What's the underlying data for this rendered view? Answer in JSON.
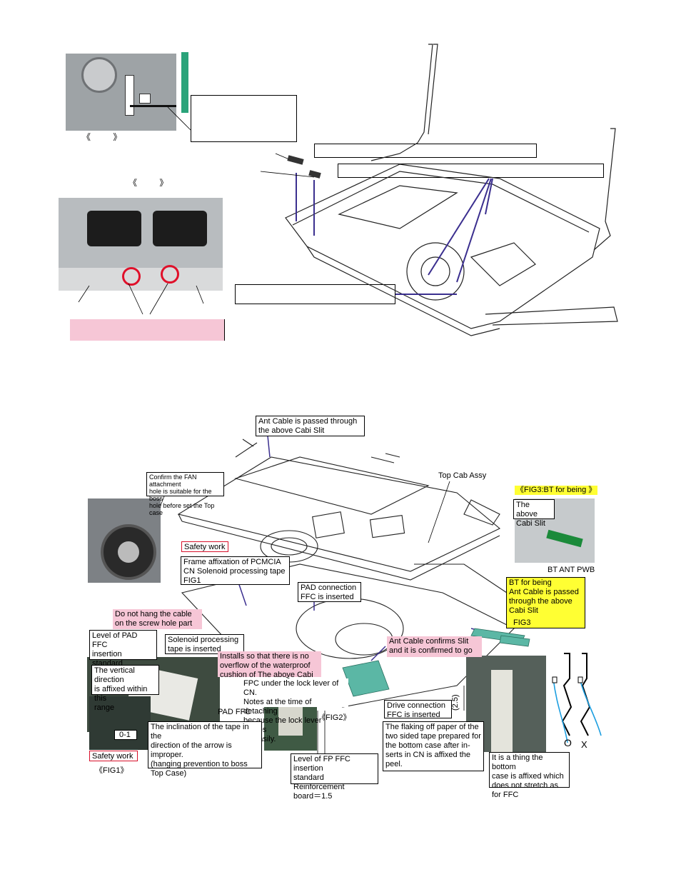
{
  "top_section": {
    "fig_mark_top": "《 》",
    "fig_mark_mid": "《 》"
  },
  "bottom_section": {
    "callouts": {
      "ant_cable_slit": "Ant Cable is passed through\nthe above Cabi Slit",
      "top_cab_assy": "Top Cab Assy",
      "fan_confirm": "Confirm the FAN attachment\nhole is suitable for the boss\nhole before set the Top case",
      "fig3_title": "《FIG3:BT for being 》",
      "above_cabi_slit": "The above\nCabi Slit",
      "bt_ant_pwb": "BT ANT PWB",
      "safety_work_1": "Safety work",
      "frame_affixation": "Frame affixation of PCMCIA\nCN Solenoid processing tape\n   FIG1",
      "pad_connection": "PAD connection\nFFC is inserted",
      "bt_being": "BT for being\nAnt Cable is passed\nthrough the above\nCabi Slit",
      "fig3": "FIG3",
      "do_not_hang": "Do not hang the cable\non the screw hole part",
      "level_pad_ffc": "Level of PAD FFC\ninsertion standard\nelectrode＝1.5",
      "solenoid_inserted": "Solenoid processing\ntape is inserted",
      "installs_waterproof": "Installs so that there is no\noverflow of the waterproof\ncushion of The above Cabi",
      "ant_confirms": "Ant Cable confirms Slit\nand it is confirmed to go",
      "vertical_direction": "The vertical direction\nis affixed within this\nrange",
      "fpc_lock": "FPC under the lock lever of CN.\nNotes at the time of detaching\nbecause the lock lever comes\noff easily.",
      "pad_ffc": "PAD FFC",
      "fig2": "《FIG2》",
      "drive_connection": "Drive connection\nFFC is inserted",
      "dim_25": "(2.5)",
      "zero_one": "0-1",
      "inclination": "The inclination of the tape in the\ndirection of the arrow is improper.\n(hanging prevention to boss\nTop Case)",
      "flaking": "The flaking off paper of the\ntwo sided tape prepared for\nthe bottom case after in-\nserts in CN is affixed the\npeel.",
      "safety_work_2": "Safety work",
      "fig1": "《FIG1》",
      "level_fp_ffc": "Level of FP FFC insertion\nstandard Reinforcement\nboard＝1.5",
      "bottom_case": "It is a thing the bottom\ncase is affixed which\ndoes not stretch as\nfor FFC",
      "mark_o": "O",
      "mark_x": "X"
    }
  },
  "colors": {
    "pink": "#f6c6d6",
    "yellow": "#ffff33",
    "leader_line": "#3b2f8f",
    "red_circle": "#e0102a",
    "teal_bar": "#2aa37a"
  }
}
